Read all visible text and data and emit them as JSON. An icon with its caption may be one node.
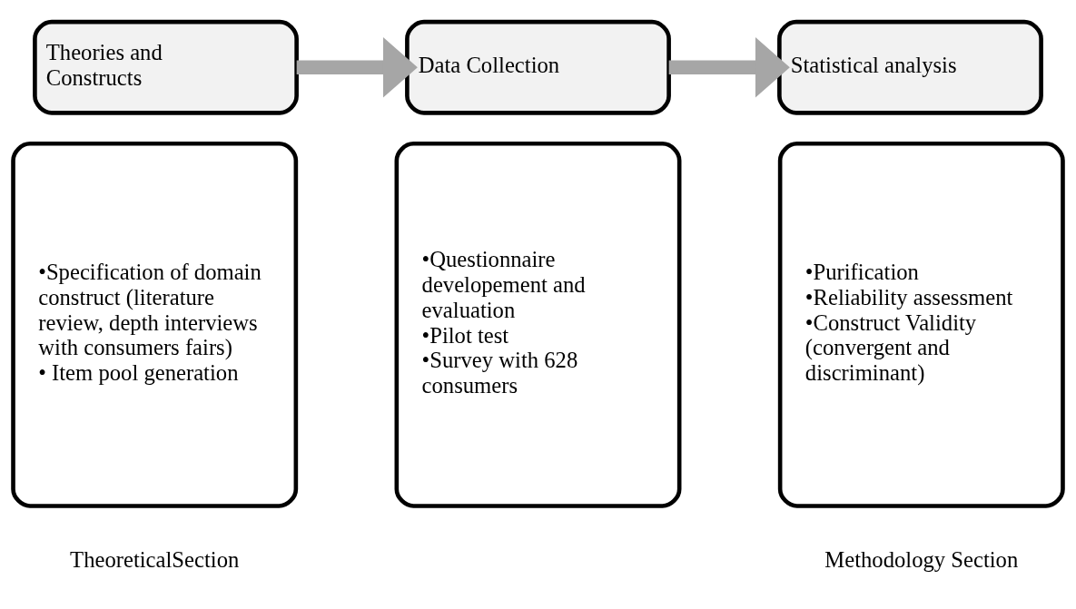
{
  "diagram": {
    "nodes": [
      {
        "text": [
          "Theories and Constructs"
        ]
      },
      {
        "text": [
          "Data Collection"
        ]
      },
      {
        "text": [
          "Statistical analysis"
        ]
      },
      {
        "text": [
          "•Specification of domain construct (literature review, depth interviews with consumers fairs)",
          "• Item pool generation"
        ]
      },
      {
        "text": [
          "•Questionnaire developement and evaluation",
          "•Pilot test",
          "•Survey with 628 consumers"
        ]
      },
      {
        "text": [
          "•Purification",
          "•Reliability assessment",
          "•Construct Validity (convergent and discriminant)"
        ]
      }
    ],
    "edges": [
      {
        "from": 0,
        "to": 1,
        "arrow": "to"
      },
      {
        "from": 1,
        "to": 2,
        "arrow": "to"
      }
    ],
    "labels": [
      "TheoreticalSection",
      "Methodology Section"
    ]
  }
}
